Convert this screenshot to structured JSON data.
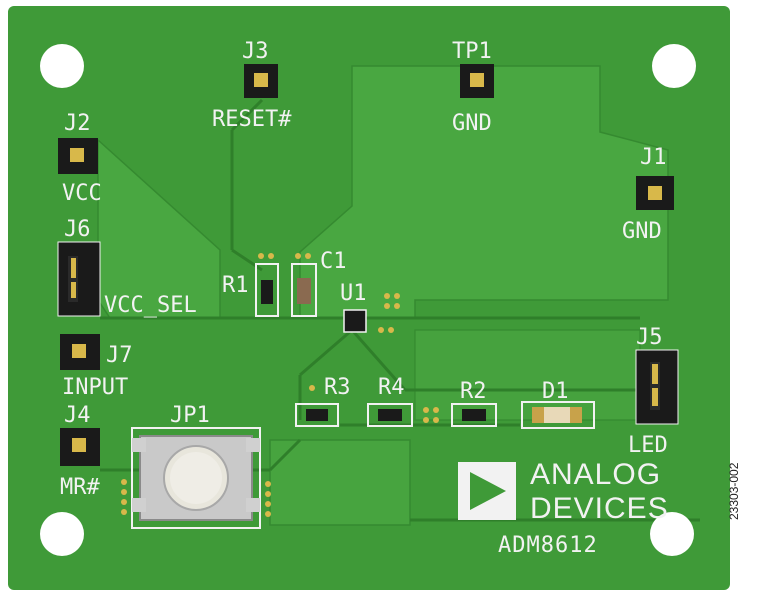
{
  "board": {
    "part_number": "ADM8612",
    "brand": {
      "line1": "ANALOG",
      "line2": "DEVICES"
    },
    "figure_id": "23303-002"
  },
  "labels": {
    "j3": "J3",
    "reset": "RESET#",
    "tp1": "TP1",
    "gnd_tp1": "GND",
    "j2": "J2",
    "vcc": "VCC",
    "j1": "J1",
    "gnd_j1": "GND",
    "j6": "J6",
    "vcc_sel": "VCC_SEL",
    "r1": "R1",
    "c1": "C1",
    "u1": "U1",
    "j7": "J7",
    "input": "INPUT",
    "j5": "J5",
    "r3": "R3",
    "r4": "R4",
    "r2": "R2",
    "d1": "D1",
    "led": "LED",
    "j4": "J4",
    "jp1": "JP1",
    "mr": "MR#"
  },
  "colors": {
    "board": "#3f9a38",
    "copper_pour": "#4aa842",
    "silkscreen": "#f2f2f2",
    "pad_gold": "#d8b84a",
    "header_black": "#1a1a1a"
  }
}
